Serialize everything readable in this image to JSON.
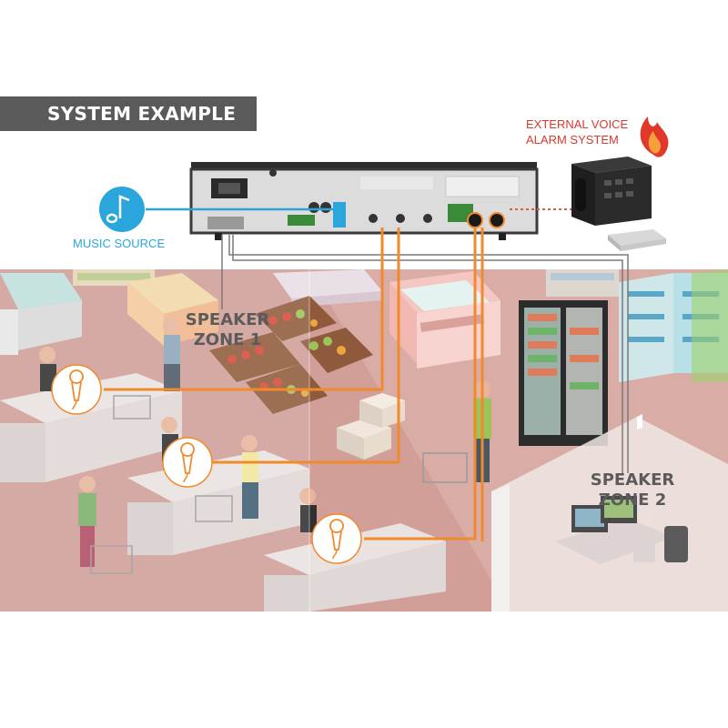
{
  "title": "SYSTEM EXAMPLE",
  "external_voice_alarm": {
    "line1": "EXTERNAL VOICE",
    "line2": "ALARM SYSTEM",
    "icon": "fire-icon"
  },
  "music_source": {
    "label": "MUSIC SOURCE",
    "icon": "music-note-icon"
  },
  "speaker_zone_1": {
    "line1": "SPEAKER",
    "line2": "ZONE 1"
  },
  "speaker_zone_2": {
    "line1": "SPEAKER",
    "line2": "ZONE 2"
  },
  "devices": {
    "amplifier": "mixer-amplifier",
    "speaker_icon": "ceiling-speaker-icon"
  },
  "colors": {
    "banner": "#5a5a5a",
    "alarm_text": "#d63a2e",
    "music_blue": "#2aa6dc",
    "wire_orange": "#f08a2c",
    "wire_gray": "#7a7a7a",
    "floor": "#c98e87",
    "zone_text": "#5b5b5b"
  }
}
